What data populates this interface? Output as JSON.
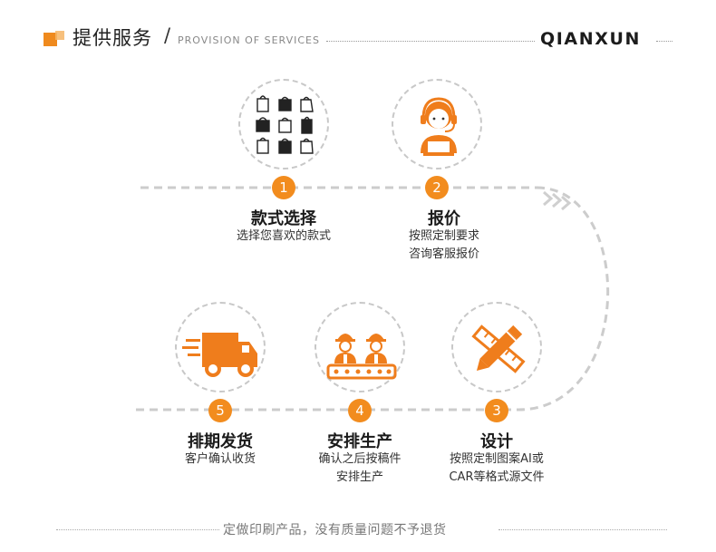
{
  "header": {
    "title": "提供服务",
    "slash": "/",
    "subtitle": "PROVISION OF SERVICES",
    "brand": "QIANXUN"
  },
  "colors": {
    "accent": "#f28c1e",
    "ring": "#c8c8c8",
    "path": "#cccccc"
  },
  "steps": [
    {
      "num": "1",
      "title": "款式选择",
      "desc": [
        "选择您喜欢的款式"
      ],
      "icon": "shopping-bags-icon"
    },
    {
      "num": "2",
      "title": "报价",
      "desc": [
        "按照定制要求",
        "咨询客服报价"
      ],
      "icon": "customer-service-agent-icon"
    },
    {
      "num": "3",
      "title": "设计",
      "desc": [
        "按照定制图案AI或",
        "CAR等格式源文件"
      ],
      "icon": "pencil-ruler-design-icon"
    },
    {
      "num": "4",
      "title": "安排生产",
      "desc": [
        "确认之后按稿件",
        "安排生产"
      ],
      "icon": "factory-workers-icon"
    },
    {
      "num": "5",
      "title": "排期发货",
      "desc": [
        "客户确认收货"
      ],
      "icon": "delivery-truck-icon"
    }
  ],
  "footer": {
    "text": "定做印刷产品，没有质量问题不予退货"
  }
}
